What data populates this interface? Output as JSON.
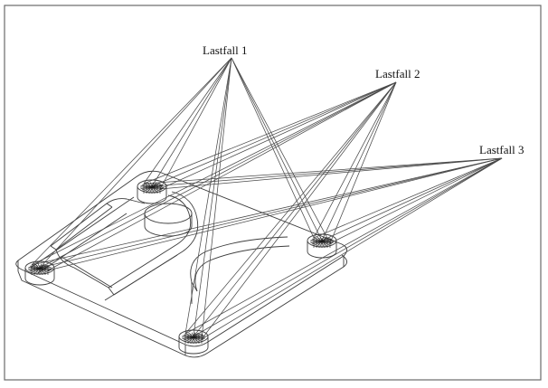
{
  "load_cases": [
    {
      "label": "Lastfall 1"
    },
    {
      "label": "Lastfall 2"
    },
    {
      "label": "Lastfall 3"
    }
  ]
}
